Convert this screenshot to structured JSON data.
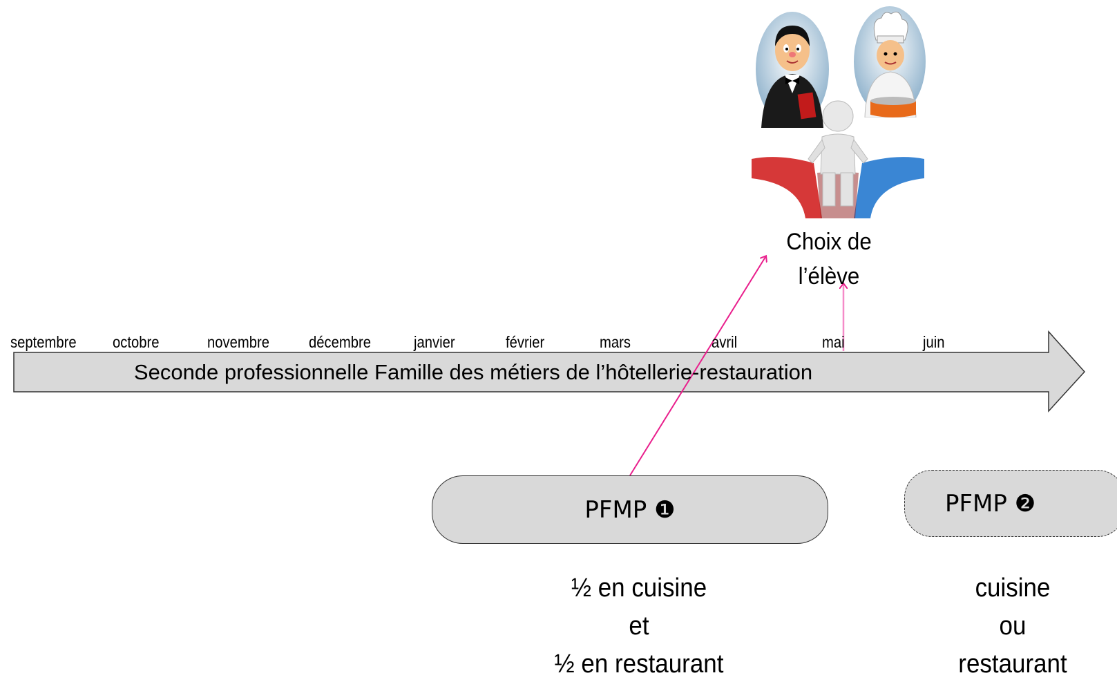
{
  "timeline": {
    "months": [
      "septembre",
      "octobre",
      "novembre",
      "décembre",
      "janvier",
      "février",
      "mars",
      "avril",
      "mai",
      "juin"
    ],
    "banner_label": "Seconde professionnelle Famille des métiers de l’hôtellerie-restauration",
    "banner_color": "#d9d9d9"
  },
  "choice": {
    "line1": "Choix de",
    "line2": "l’élève",
    "arrow_color": "#e91e8c",
    "waiter_icon": "waiter-icon",
    "chef_icon": "chef-icon",
    "figure_icon": "crossroads-figure-icon"
  },
  "pfmp1": {
    "label": "PFMP ❶",
    "desc": [
      "½ en cuisine",
      "et",
      "½ en restaurant"
    ]
  },
  "pfmp2": {
    "label": "PFMP ❷",
    "desc": [
      "cuisine",
      "ou",
      "restaurant"
    ]
  }
}
